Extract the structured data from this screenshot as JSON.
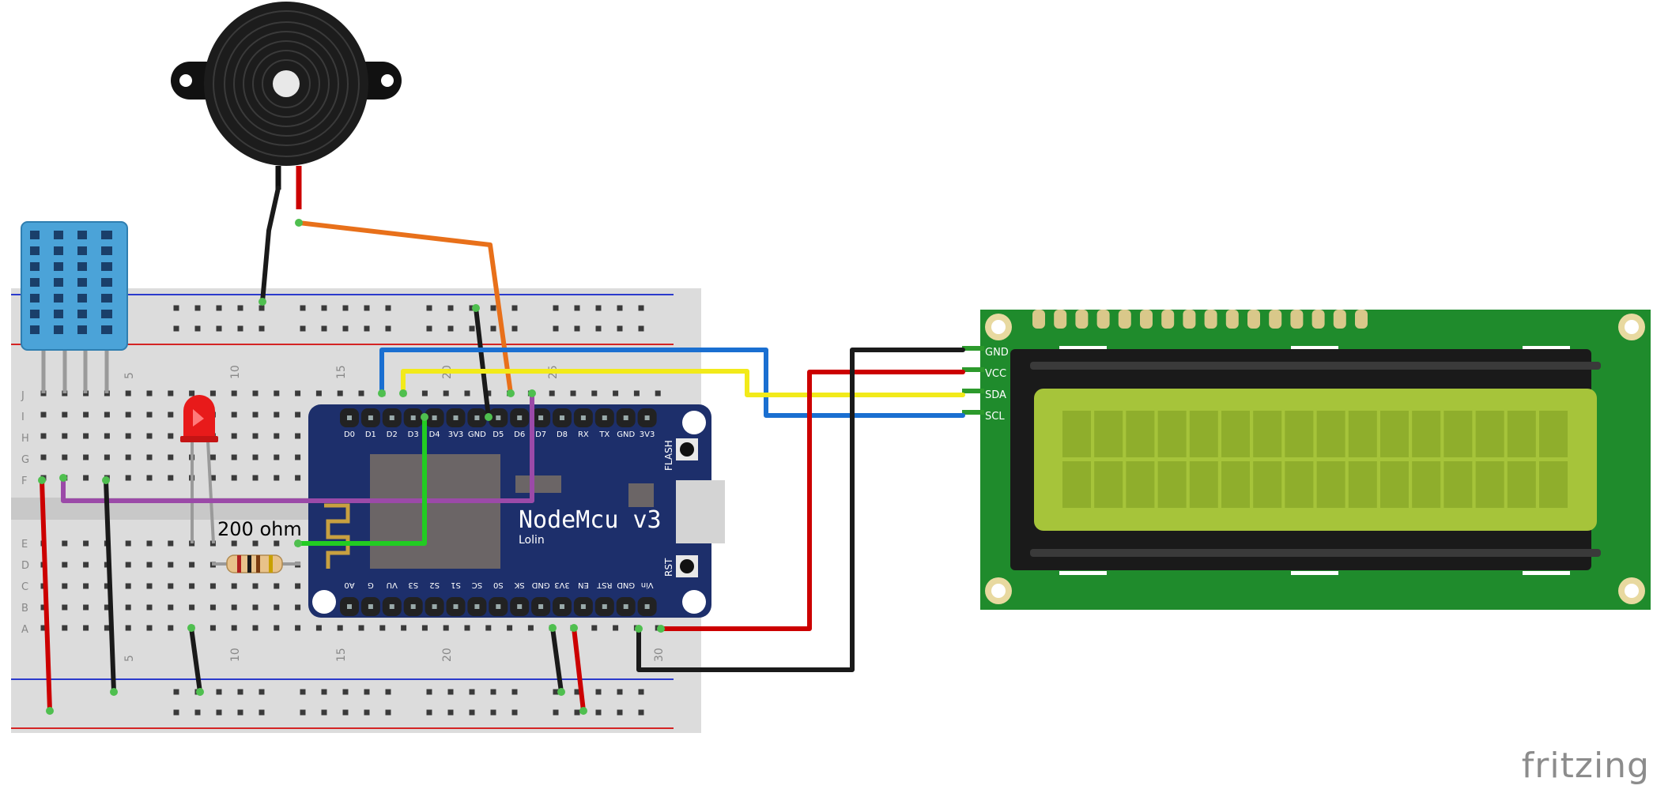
{
  "breadboard": {
    "row_letters_top": [
      "J",
      "I",
      "H",
      "G",
      "F"
    ],
    "row_letters_bottom": [
      "E",
      "D",
      "C",
      "B",
      "A"
    ],
    "column_numbers": [
      "5",
      "10",
      "15",
      "20",
      "25",
      "30"
    ]
  },
  "resistor": {
    "label": "200 ohm"
  },
  "nodemcu": {
    "title": "NodeMcu v3",
    "subtitle": "Lolin",
    "top_pins": [
      "D0",
      "D1",
      "D2",
      "D3",
      "D4",
      "3V3",
      "GND",
      "D5",
      "D6",
      "D7",
      "D8",
      "RX",
      "TX",
      "GND",
      "3V3"
    ],
    "bottom_pins": [
      "A0",
      "G",
      "VU",
      "S3",
      "S2",
      "S1",
      "SC",
      "S0",
      "SK",
      "GND",
      "3V3",
      "EN",
      "RST",
      "GND",
      "Vin"
    ],
    "button_flash": "FLASH",
    "button_rst": "RST"
  },
  "lcd": {
    "pins": [
      "GND",
      "VCC",
      "SDA",
      "SCL"
    ]
  },
  "branding": {
    "text": "fritzing"
  },
  "colors": {
    "red": "#cc0000",
    "black": "#1a1a1a",
    "orange": "#e8701a",
    "blue": "#1a6fd1",
    "yellow": "#f2ea1a",
    "green": "#22cc22",
    "purple": "#9b4aa8",
    "board_blue": "#1d2f6b",
    "lcd_green": "#1f8b2c",
    "lcd_screen": "#a6c43a",
    "dht_blue": "#4ba3d8"
  }
}
